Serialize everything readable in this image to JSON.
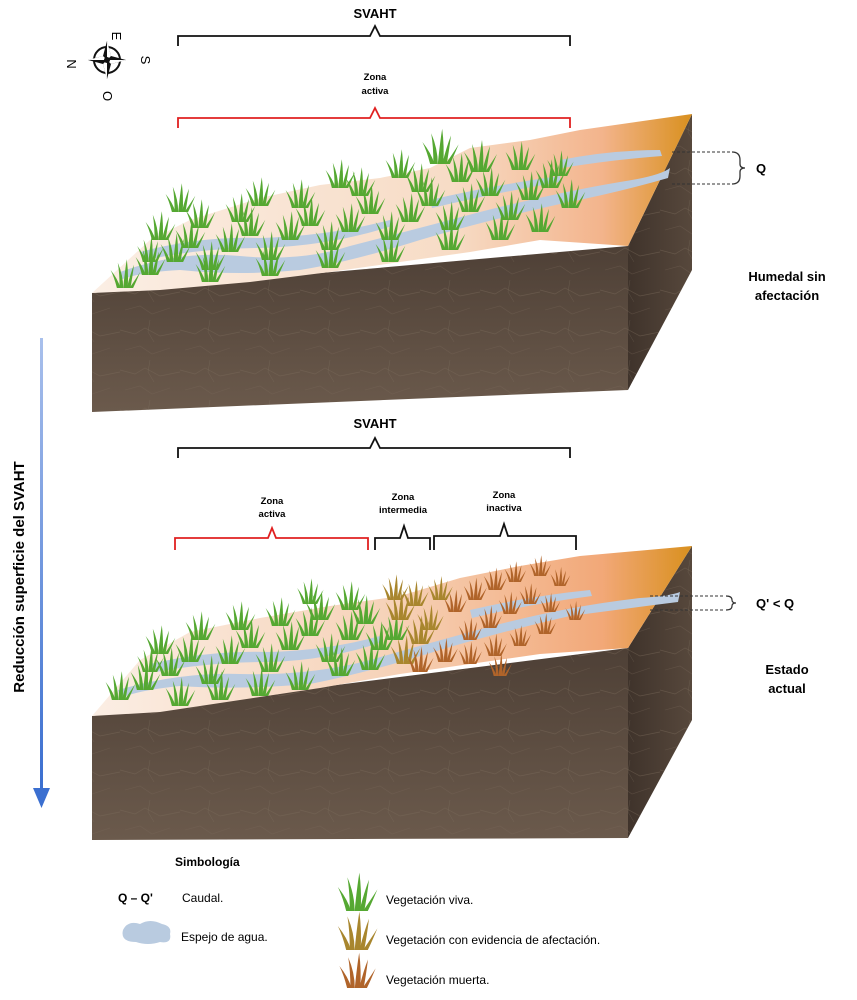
{
  "compass": {
    "n": "N",
    "e": "E",
    "s": "S",
    "o": "O"
  },
  "top": {
    "svaht": "SVAHT",
    "zona_activa_1": "Zona",
    "zona_activa_2": "activa",
    "flow_label": "Q",
    "state_1": "Humedal sin",
    "state_2": "afectación"
  },
  "bottom": {
    "svaht": "SVAHT",
    "zona_activa_1": "Zona",
    "zona_activa_2": "activa",
    "zona_intermedia_1": "Zona",
    "zona_intermedia_2": "intermedia",
    "zona_inactiva_1": "Zona",
    "zona_inactiva_2": "inactiva",
    "flow_label": "Q' < Q",
    "state_1": "Estado",
    "state_2": "actual"
  },
  "side_arrow_label": "Reducción superficie del SVAHT",
  "legend": {
    "title": "Simbología",
    "q_symbol": "Q – Q'",
    "q_text": "Caudal.",
    "water_text": "Espejo de agua.",
    "alive_text": "Vegetación viva.",
    "affected_text": "Vegetación con evidencia de afectación.",
    "dead_text": "Vegetación muerta."
  },
  "colors": {
    "bracket_black": "#111111",
    "bracket_red": "#e02020",
    "soil": "#5a4a3e",
    "soil_side": "#4a3d33",
    "surface_light": "#f7e4d6",
    "surface_peach": "#f3b48c",
    "water": "#b9cbe0",
    "veg_alive": "#55a832",
    "veg_affected": "#a8862e",
    "veg_dead": "#b0642a",
    "arrow_blue": "#3b6fd0"
  }
}
